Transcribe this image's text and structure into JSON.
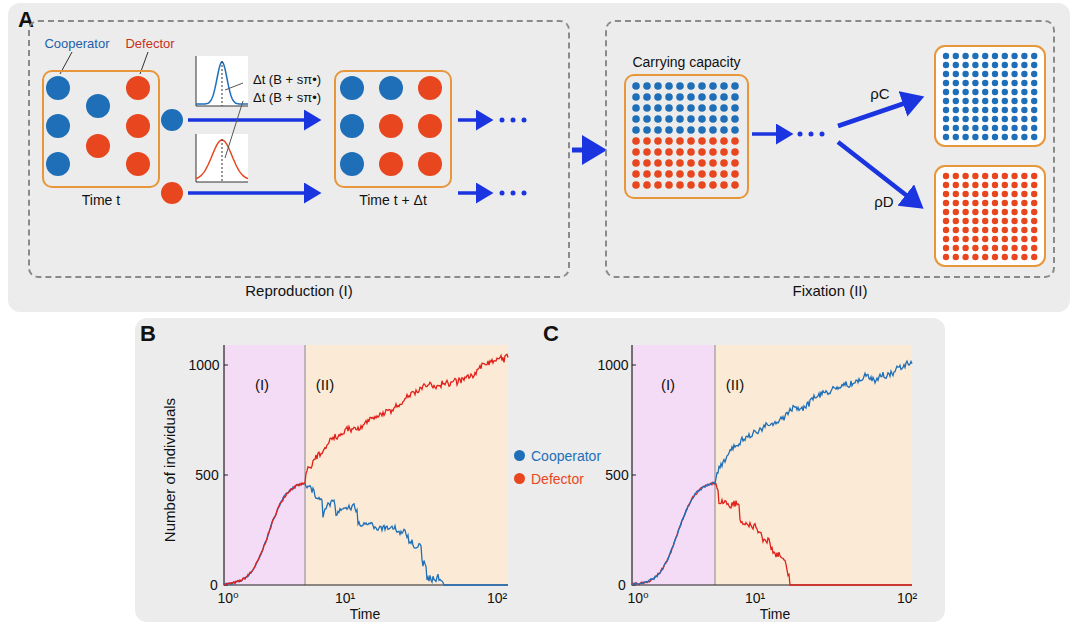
{
  "diagram": {
    "nodes": [
      {
        "text": [
          "A"
        ]
      },
      {
        "text": [
          "Reproduction (I)"
        ],
        "in": 0
      },
      {
        "text": [
          "Time t"
        ],
        "in": 1
      },
      {
        "text": [
          "Time t + Δt"
        ],
        "in": 1
      },
      {
        "text": [
          "Fixation (II)"
        ],
        "in": 0
      },
      {
        "text": [
          "Carrying capacity"
        ],
        "in": 4
      }
    ],
    "edges": [
      {
        "from": 1,
        "to": 4,
        "arrow": "to"
      }
    ],
    "labels": [
      "Cooperator",
      "Defector",
      "Δt (B + sπ•)",
      "Δt (B + sπ•)",
      "ρC",
      "ρD",
      "B",
      "C",
      "(I)",
      "(II)",
      "Number of individuals",
      "1000",
      "500",
      "0",
      "10⁰",
      "10¹",
      "10²",
      "Time",
      "(I)",
      "(II)",
      "1000",
      "500",
      "0",
      "10⁰",
      "10¹",
      "10²",
      "Time"
    ],
    "legend": [
      {
        "text": "Cooperator",
        "color": "#1f6fb8"
      },
      {
        "text": "Defector",
        "color": "#e8461e"
      }
    ]
  }
}
